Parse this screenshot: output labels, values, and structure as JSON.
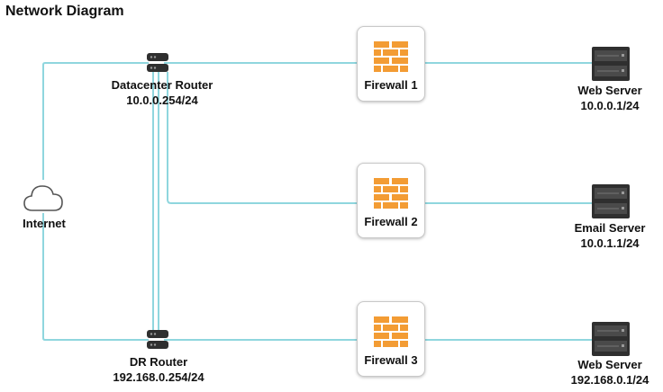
{
  "title": "Network Diagram",
  "nodes": {
    "internet": {
      "label": "Internet"
    },
    "dc_router": {
      "name": "Datacenter Router",
      "ip": "10.0.0.254/24"
    },
    "dr_router": {
      "name": "DR Router",
      "ip": "192.168.0.254/24"
    },
    "firewall1": {
      "label": "Firewall 1"
    },
    "firewall2": {
      "label": "Firewall 2"
    },
    "firewall3": {
      "label": "Firewall 3"
    },
    "web_server_1": {
      "name": "Web Server",
      "ip": "10.0.0.1/24"
    },
    "email_server": {
      "name": "Email Server",
      "ip": "10.0.1.1/24"
    },
    "web_server_2": {
      "name": "Web Server",
      "ip": "192.168.0.1/24"
    }
  },
  "colors": {
    "link": "#8fd6de",
    "firewall": "#f39c34",
    "server": "#2f2f2f"
  },
  "icons": {
    "cloud": "cloud-icon",
    "router": "router-icon",
    "firewall": "firewall-icon",
    "server": "server-icon"
  }
}
